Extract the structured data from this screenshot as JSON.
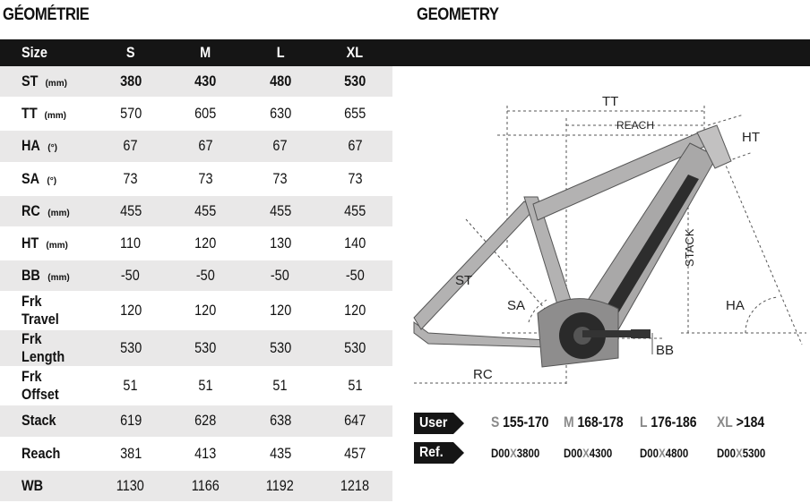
{
  "titles": {
    "fr": "GÉOMÉTRIE",
    "en": "GEOMETRY"
  },
  "table": {
    "header": {
      "label": "Size",
      "sizes": [
        "S",
        "M",
        "L",
        "XL"
      ]
    },
    "rows": [
      {
        "label": "ST",
        "unit": "(mm)",
        "values": [
          "380",
          "430",
          "480",
          "530"
        ]
      },
      {
        "label": "TT",
        "unit": "(mm)",
        "values": [
          "570",
          "605",
          "630",
          "655"
        ]
      },
      {
        "label": "HA",
        "unit": "(°)",
        "values": [
          "67",
          "67",
          "67",
          "67"
        ]
      },
      {
        "label": "SA",
        "unit": "(°)",
        "values": [
          "73",
          "73",
          "73",
          "73"
        ]
      },
      {
        "label": "RC",
        "unit": "(mm)",
        "values": [
          "455",
          "455",
          "455",
          "455"
        ]
      },
      {
        "label": "HT",
        "unit": "(mm)",
        "values": [
          "110",
          "120",
          "130",
          "140"
        ]
      },
      {
        "label": "BB",
        "unit": "(mm)",
        "values": [
          "-50",
          "-50",
          "-50",
          "-50"
        ]
      },
      {
        "label": "Frk Travel",
        "unit": "",
        "values": [
          "120",
          "120",
          "120",
          "120"
        ]
      },
      {
        "label": "Frk Length",
        "unit": "",
        "values": [
          "530",
          "530",
          "530",
          "530"
        ]
      },
      {
        "label": "Frk Offset",
        "unit": "",
        "values": [
          "51",
          "51",
          "51",
          "51"
        ]
      },
      {
        "label": "Stack",
        "unit": "",
        "values": [
          "619",
          "628",
          "638",
          "647"
        ]
      },
      {
        "label": "Reach",
        "unit": "",
        "values": [
          "381",
          "413",
          "435",
          "457"
        ]
      },
      {
        "label": "WB",
        "unit": "",
        "values": [
          "1130",
          "1166",
          "1192",
          "1218"
        ]
      }
    ]
  },
  "diagram_labels": {
    "tt": "TT",
    "reach": "REACH",
    "ht": "HT",
    "stack": "STACK",
    "st": "ST",
    "sa": "SA",
    "ha": "HA",
    "bb": "BB",
    "rc": "RC"
  },
  "user": {
    "label": "User",
    "items": [
      {
        "size": "S",
        "range": "155-170"
      },
      {
        "size": "M",
        "range": "168-178"
      },
      {
        "size": "L",
        "range": "176-186"
      },
      {
        "size": "XL",
        "range": ">184"
      }
    ]
  },
  "ref": {
    "label": "Ref.",
    "items": [
      {
        "pre": "D00",
        "x": "X",
        "post": "3800"
      },
      {
        "pre": "D00",
        "x": "X",
        "post": "4300"
      },
      {
        "pre": "D00",
        "x": "X",
        "post": "4800"
      },
      {
        "pre": "D00",
        "x": "X",
        "post": "5300"
      }
    ]
  },
  "colors": {
    "header": "#151515",
    "row_alt": "#e9e8e8",
    "frame": "#a9a8a8",
    "muted": "#8a8a8a"
  }
}
